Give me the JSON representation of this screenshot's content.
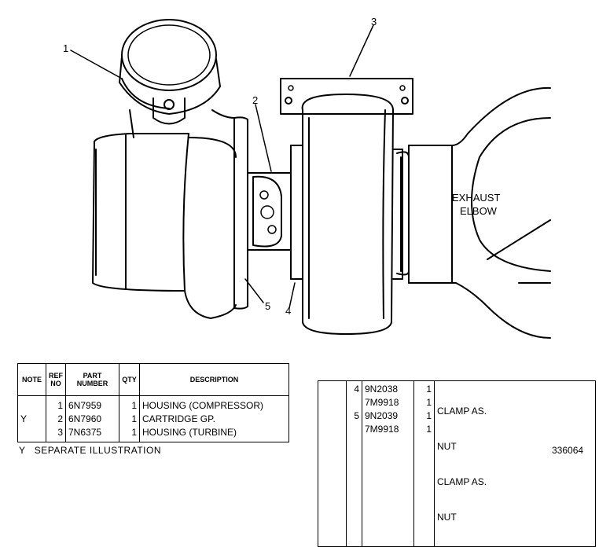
{
  "callouts": [
    {
      "label": "1",
      "part": "housing-compressor"
    },
    {
      "label": "2",
      "part": "cartridge"
    },
    {
      "label": "3",
      "part": "housing-turbine"
    },
    {
      "label": "4",
      "part": "clamp"
    },
    {
      "label": "5",
      "part": "clamp"
    }
  ],
  "drawing_labels": {
    "exhaust_line1": "EXHAUST",
    "exhaust_line2": "ELBOW"
  },
  "table_left": {
    "headers": {
      "note": "NOTE",
      "ref_no_1": "REF",
      "ref_no_2": "NO",
      "part_number_1": "PART",
      "part_number_2": "NUMBER",
      "qty": "QTY",
      "description": "DESCRIPTION"
    },
    "rows": [
      {
        "note": "",
        "ref": "1",
        "part": "6N7959",
        "qty": "1",
        "desc": "HOUSING (COMPRESSOR)"
      },
      {
        "note": "Y",
        "ref": "2",
        "part": "6N7960",
        "qty": "1",
        "desc": "CARTRIDGE GP."
      },
      {
        "note": "",
        "ref": "3",
        "part": "7N6375",
        "qty": "1",
        "desc": "HOUSING (TURBINE)"
      }
    ]
  },
  "table_right": {
    "rows": [
      {
        "note": "",
        "ref": "4",
        "part": "9N2038",
        "qty": "1",
        "desc": "CLAMP AS."
      },
      {
        "note": "",
        "ref": "",
        "part": "7M9918",
        "qty": "1",
        "desc": "  NUT"
      },
      {
        "note": "",
        "ref": "5",
        "part": "9N2039",
        "qty": "1",
        "desc": "CLAMP AS."
      },
      {
        "note": "",
        "ref": "",
        "part": "7M9918",
        "qty": "1",
        "desc": "  NUT"
      }
    ]
  },
  "footnote": "Y   SEPARATE ILLUSTRATION",
  "illustration_number": "336064"
}
